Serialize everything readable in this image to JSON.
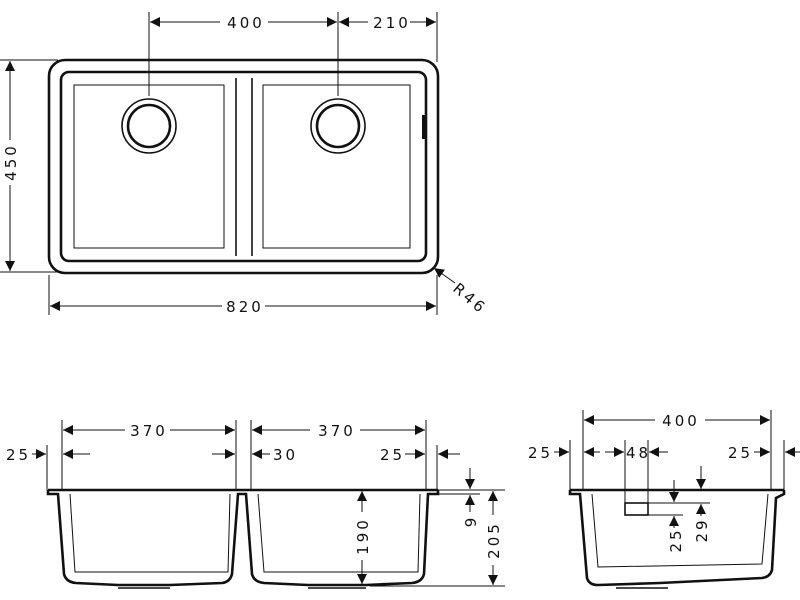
{
  "top_view": {
    "drain_spacing": "400",
    "drain_offset_right": "210",
    "depth": "450",
    "overall_width": "820",
    "corner_radius": "R46"
  },
  "front_view": {
    "left_bowl_width": "370",
    "right_bowl_width": "370",
    "left_rim": "25",
    "divider": "30",
    "right_rim": "25",
    "bowl_depth": "190",
    "rim_thickness": "9",
    "overall_height": "205"
  },
  "side_view": {
    "bowl_length": "400",
    "left_rim": "25",
    "overflow_width": "48",
    "right_rim": "25",
    "overflow_top": "25",
    "overflow_bottom": "29"
  }
}
